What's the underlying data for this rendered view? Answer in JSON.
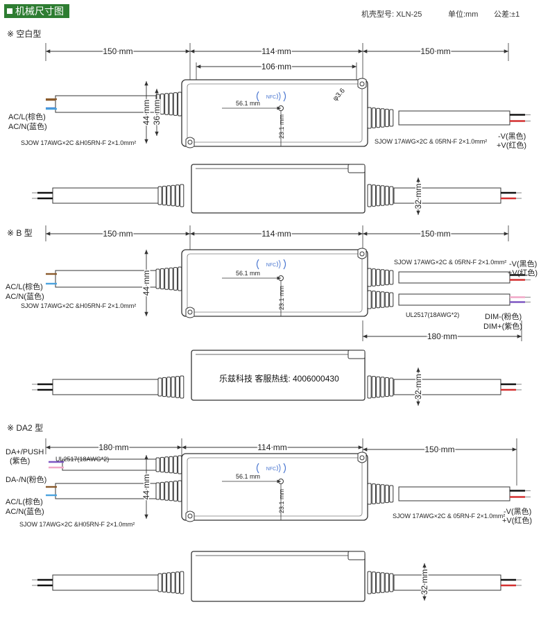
{
  "header": {
    "title": "机械尺寸图",
    "model": "机壳型号: XLN-25",
    "unit": "单位:mm",
    "tolerance": "公差:±1"
  },
  "sections": [
    {
      "title": "※ 空白型",
      "dims": {
        "left": "150 mm",
        "body": "114 mm",
        "inner": "106 mm",
        "right": "150 mm",
        "h44": "44 mm",
        "h36": "36 mm",
        "w561": "56.1 mm",
        "h231": "23.1 mm",
        "hole": "φ3.6",
        "side_h": "32 mm"
      },
      "left_labels": [
        "AC/L(棕色)",
        "AC/N(蓝色)"
      ],
      "left_cable": "SJOW 17AWG×2C &H05RN-F 2×1.0mm²",
      "right_cable": "SJOW 17AWG×2C & 05RN-F 2×1.0mm²",
      "right_labels": [
        "-V(黑色)",
        "+V(红色)"
      ],
      "nfc": "NFC"
    },
    {
      "title": "※ B 型",
      "dims": {
        "left": "150 mm",
        "body": "114 mm",
        "right": "150 mm",
        "h44": "44 mm",
        "w561": "56.1 mm",
        "h231": "23.1 mm",
        "bottom": "180 mm",
        "side_h": "32 mm"
      },
      "left_labels": [
        "AC/L(棕色)",
        "AC/N(蓝色)"
      ],
      "left_cable": "SJOW 17AWG×2C &H05RN-F 2×1.0mm²",
      "right_cable": "SJOW 17AWG×2C & 05RN-F 2×1.0mm²",
      "right_labels": [
        "-V(黑色)",
        "+V(红色)"
      ],
      "ul_cable": "UL2517(18AWG*2)",
      "dim_labels": [
        "DIM-(粉色)",
        "DIM+(紫色)"
      ],
      "nfc": "NFC",
      "overlay": "乐兹科技 客服热线:  4006000430"
    },
    {
      "title": "※ DA2 型",
      "dims": {
        "left": "180 mm",
        "body": "114 mm",
        "right": "150 mm",
        "h44": "44 mm",
        "w561": "56.1 mm",
        "h231": "23.1 mm",
        "side_h": "32 mm"
      },
      "da_labels": [
        "DA+/PUSH",
        "(紫色)",
        "DA-/N(粉色)"
      ],
      "ul_cable": "UL2517(18AWG*2)",
      "left_labels": [
        "AC/L(棕色)",
        "AC/N(蓝色)"
      ],
      "left_cable": "SJOW 17AWG×2C &H05RN-F  2×1.0mm²",
      "right_cable": "SJOW 17AWG×2C & 05RN-F 2×1.0mm²",
      "right_labels": [
        "-V(黑色)",
        "+V(红色)"
      ],
      "nfc": "NFC"
    }
  ],
  "colors": {
    "accent": "#2e7d32",
    "brown": "#8a5a2b",
    "blue": "#3a7bd5",
    "red": "#d32f2f",
    "pink": "#f1a7c7",
    "purple": "#7e57c2",
    "line": "#333333"
  }
}
